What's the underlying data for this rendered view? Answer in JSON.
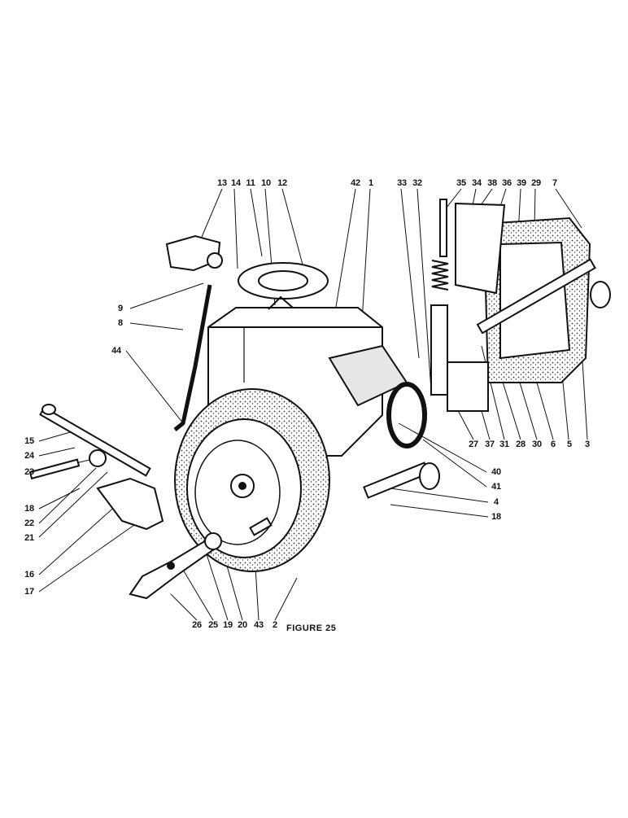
{
  "figure": {
    "caption": "FIGURE 25"
  },
  "callouts": {
    "c13": "13",
    "c14": "14",
    "c11": "11",
    "c10": "10",
    "c12": "12",
    "c42": "42",
    "c1": "1",
    "c33": "33",
    "c32": "32",
    "c35": "35",
    "c34": "34",
    "c38": "38",
    "c36": "36",
    "c39": "39",
    "c29": "29",
    "c7": "7",
    "c9": "9",
    "c8": "8",
    "c44": "44",
    "c15": "15",
    "c24": "24",
    "c23": "23",
    "c18a": "18",
    "c22": "22",
    "c21": "21",
    "c16": "16",
    "c17": "17",
    "c26": "26",
    "c25": "25",
    "c19": "19",
    "c20": "20",
    "c43": "43",
    "c2": "2",
    "c40": "40",
    "c41": "41",
    "c4": "4",
    "c18b": "18",
    "c27": "27",
    "c37": "37",
    "c31": "31",
    "c28": "28",
    "c30": "30",
    "c6": "6",
    "c5": "5",
    "c3": "3"
  }
}
